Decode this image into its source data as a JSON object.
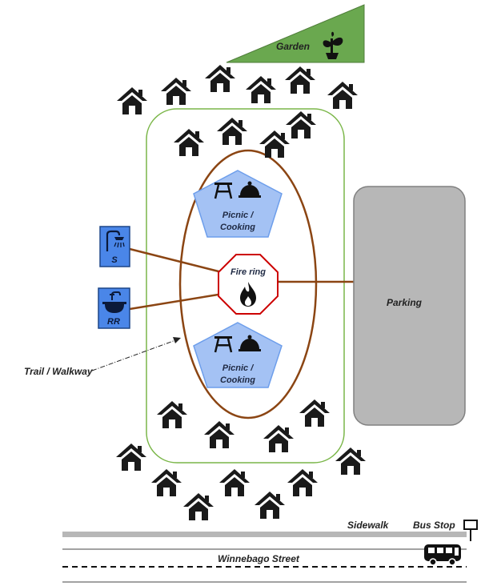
{
  "labels": {
    "garden": "Garden",
    "picnic_top_line1": "Picnic /",
    "picnic_top_line2": "Cooking",
    "picnic_bottom_line1": "Picnic /",
    "picnic_bottom_line2": "Cooking",
    "fire_ring": "Fire ring",
    "shower": "S",
    "restroom": "RR",
    "parking": "Parking",
    "trail": "Trail / Walkway",
    "sidewalk": "Sidewalk",
    "bus_stop": "Bus Stop",
    "street": "Winnebago Street"
  },
  "colors": {
    "garden_fill": "#6aa84f",
    "trail_outline": "#7ab648",
    "loop_outline": "#8b4513",
    "pentagon_fill": "#a4c2f4",
    "pentagon_stroke": "#6d9eeb",
    "amenity_fill": "#4a86e8",
    "amenity_stroke": "#1c4587",
    "parking_fill": "#b7b7b7",
    "parking_stroke": "#808080",
    "fire_stroke": "#cc0000",
    "house_fill": "#1a1a1a",
    "sidewalk_fill": "#b7b7b7"
  },
  "icons": {
    "house": "house-icon",
    "plant": "plant-icon",
    "picnic_table": "picnic-table-icon",
    "cloche": "food-cloche-icon",
    "shower": "shower-icon",
    "sink": "sink-icon",
    "flame": "flame-icon",
    "bus": "bus-icon",
    "sign": "bus-stop-sign-icon"
  }
}
